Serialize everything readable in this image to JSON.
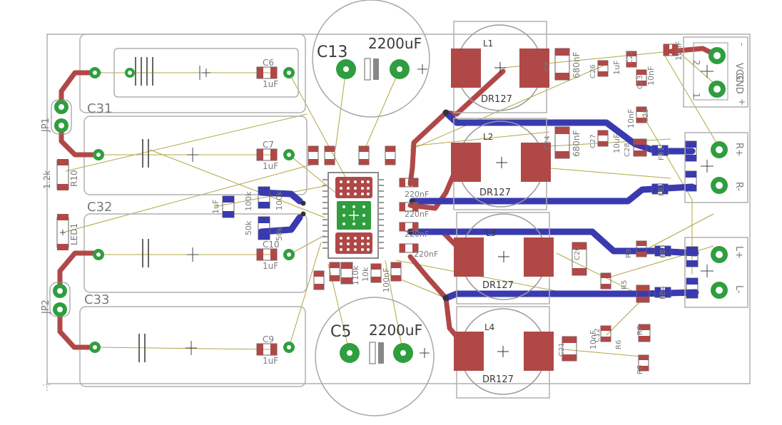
{
  "board": {
    "caps_right_column": [
      {
        "ref": "C6",
        "value": "1uF"
      },
      {
        "ref": "C7",
        "value": "1uF"
      },
      {
        "ref": "C10",
        "value": "1uF"
      },
      {
        "ref": "C9",
        "value": "1uF"
      }
    ],
    "battery_labels": [
      "C31",
      "C32",
      "C33"
    ],
    "big_caps": [
      {
        "ref": "C13",
        "value": "2200uF"
      },
      {
        "ref": "C5",
        "value": "2200uF"
      }
    ],
    "inductors": [
      {
        "ref": "L1",
        "part": "DR127"
      },
      {
        "ref": "L2",
        "part": "DR127"
      },
      {
        "ref": "L3",
        "part": "DR127"
      },
      {
        "ref": "L4",
        "part": "DR127"
      }
    ],
    "jumpers": [
      "JP1",
      "JP2"
    ],
    "resistor_r10": {
      "ref": "R10",
      "value": "1.2k"
    },
    "led": "LED1",
    "connectors": {
      "power": {
        "pins": [
          "VCC",
          "GND"
        ],
        "nums": [
          "2",
          "1"
        ],
        "dots": [
          "-",
          "+"
        ]
      },
      "right": {
        "pins": [
          "R+",
          "R-"
        ]
      },
      "left": {
        "pins": [
          "L+",
          "L-"
        ]
      }
    },
    "chip_caps": [
      "220nF",
      "220nF",
      "220nF",
      "220nF"
    ],
    "inductor_caps": [
      "680nF",
      "680nF"
    ],
    "small_values": [
      "10nF",
      "10nF",
      "10nF",
      "10uF",
      "1uF",
      "10nF"
    ],
    "small_refs": [
      "C8",
      "C24",
      "C26",
      "C27",
      "C22",
      "C23",
      "C25",
      "C28",
      "C20",
      "C21",
      "C12",
      "R6",
      "R7",
      "R8",
      "R9",
      "R5",
      "FB1",
      "FB2",
      "FB3",
      "FB4"
    ],
    "center_values": [
      "100k",
      "100k",
      "10k",
      "100nF",
      "50k",
      "50k",
      "110k",
      "1uF"
    ]
  }
}
